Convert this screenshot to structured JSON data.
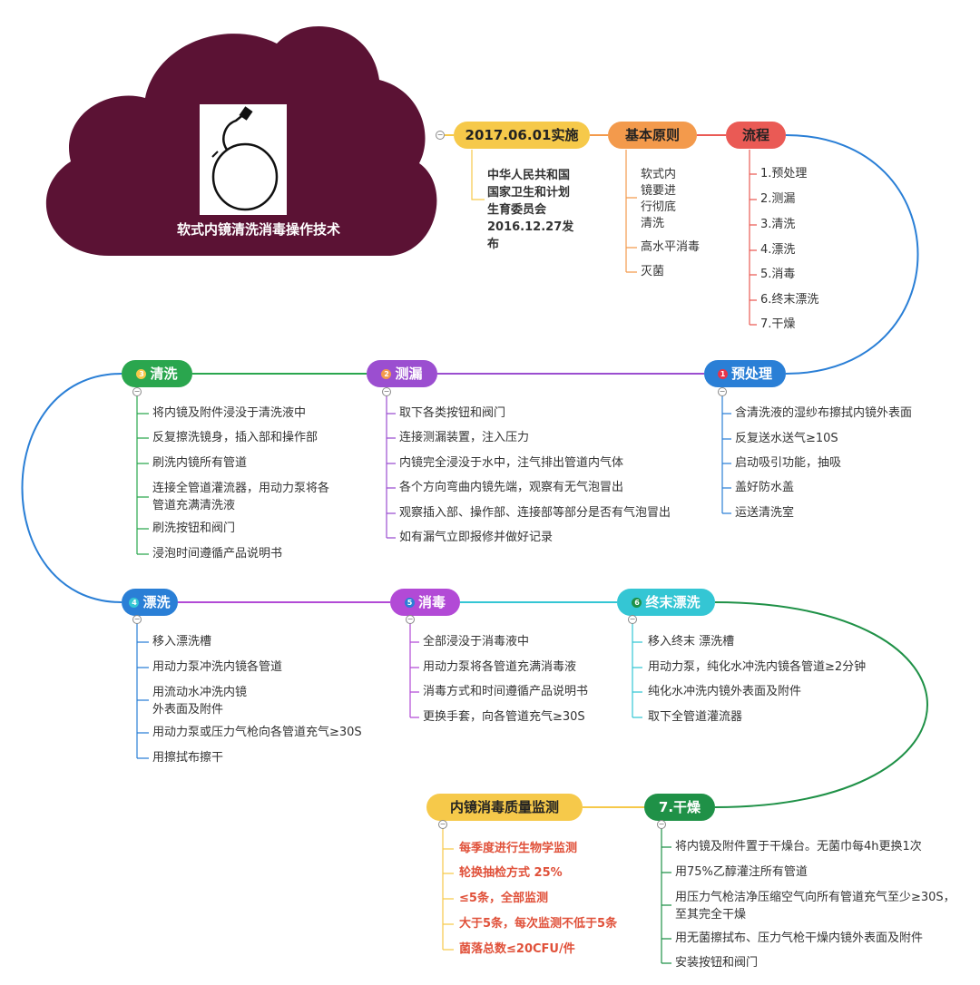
{
  "title": "软式内镜清洗消毒操作技术",
  "colors": {
    "cloud": "#5b1234",
    "yellow": "#f6c94a",
    "orange": "#f39a4c",
    "red": "#ea5a55",
    "blue": "#2a7fd6",
    "purple": "#9b4ed0",
    "green": "#2aa64e",
    "magenta": "#b24ad6",
    "teal": "#34c6d4",
    "darkgreen": "#1f9147"
  },
  "top": {
    "date": {
      "label": "2017.06.01实施",
      "lines": [
        "中华人民共和国",
        "国家卫生和计划",
        "生育委员会",
        "2016.12.27发",
        "布"
      ]
    },
    "principle": {
      "label": "基本原则",
      "items": [
        [
          "软式内",
          "镜要进",
          "行彻底",
          "清洗"
        ],
        [
          "高水平消毒"
        ],
        [
          "灭菌"
        ]
      ]
    },
    "flow": {
      "label": "流程",
      "items": [
        "1.预处理",
        "2.测漏",
        "3.清洗",
        "4.漂洗",
        "5.消毒",
        "6.终末漂洗",
        "7.干燥"
      ]
    }
  },
  "steps": {
    "pre": {
      "num": "1",
      "label": "预处理",
      "items": [
        "含清洗液的湿纱布擦拭内镜外表面",
        "反复送水送气≥10S",
        "启动吸引功能，抽吸",
        "盖好防水盖",
        "运送清洗室"
      ]
    },
    "leak": {
      "num": "2",
      "label": "测漏",
      "items": [
        "取下各类按钮和阀门",
        "连接测漏装置，注入压力",
        "内镜完全浸没于水中，注气排出管道内气体",
        "各个方向弯曲内镜先端，观察有无气泡冒出",
        "观察插入部、操作部、连接部等部分是否有气泡冒出",
        "如有漏气立即报修并做好记录"
      ]
    },
    "clean": {
      "num": "3",
      "label": "清洗",
      "items": [
        [
          "将内镜及附件浸没于清洗液中"
        ],
        [
          "反复擦洗镜身，插入部和操作部"
        ],
        [
          "刷洗内镜所有管道"
        ],
        [
          "连接全管道灌流器，用动力泵将各",
          "管道充满清洗液"
        ],
        [
          "刷洗按钮和阀门"
        ],
        [
          "浸泡时间遵循产品说明书"
        ]
      ]
    },
    "rinse": {
      "num": "4",
      "label": "漂洗",
      "items": [
        [
          "移入漂洗槽"
        ],
        [
          "用动力泵冲洗内镜各管道"
        ],
        [
          "用流动水冲洗内镜",
          "外表面及附件"
        ],
        [
          "用动力泵或压力气枪向各管道充气≥30S"
        ],
        [
          "用擦拭布擦干"
        ]
      ]
    },
    "disinfect": {
      "num": "5",
      "label": "消毒",
      "items": [
        "全部浸没于消毒液中",
        "用动力泵将各管道充满消毒液",
        "消毒方式和时间遵循产品说明书",
        "更换手套，向各管道充气≥30S"
      ]
    },
    "final": {
      "num": "6",
      "label": "终末漂洗",
      "items": [
        "移入终末 漂洗槽",
        "用动力泵，纯化水冲洗内镜各管道≥2分钟",
        "纯化水冲洗内镜外表面及附件",
        "取下全管道灌流器"
      ]
    },
    "dry": {
      "label": "7.干燥",
      "items": [
        [
          "将内镜及附件置于干燥台。无菌巾每4h更换1次"
        ],
        [
          "用75%乙醇灌注所有管道"
        ],
        [
          "用压力气枪洁净压缩空气向所有管道充气至少≥30S，",
          "至其完全干燥"
        ],
        [
          "用无菌擦拭布、压力气枪干燥内镜外表面及附件"
        ],
        [
          "安装按钮和阀门"
        ]
      ]
    },
    "quality": {
      "label": "内镜消毒质量监测",
      "items": [
        "每季度进行生物学监测",
        "轮换抽检方式 25%",
        "≤5条，全部监测",
        "大于5条，每次监测不低于5条",
        "菌落总数≤20CFU/件"
      ]
    }
  }
}
